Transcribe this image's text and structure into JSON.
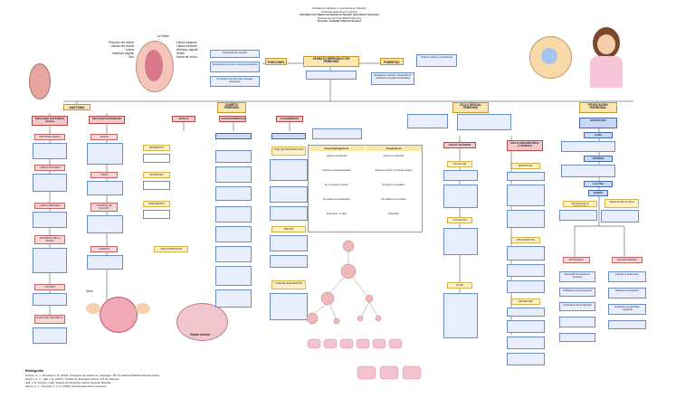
{
  "header": {
    "lines": [
      "Facultad de Medicina - Licenciatura en Nutrición",
      "Fisiología aplicada a la nutrición",
      "Actividad oral: Mapa conceptual de Aparato reproductor femenino",
      "Susana Carmen Arias Medina Ramírez",
      "Docente: Anabelén Patricia Oropeza"
    ]
  },
  "top_left_labels": {
    "image_title": "La Pelvis",
    "left": [
      "Prepucio del clítoris",
      "Glande del clítoris",
      "Uretra",
      "Vestíbulo vaginal",
      "Ano"
    ],
    "right": [
      "Labios mayores",
      "Labios menores",
      "Abertura vaginal",
      "Himen",
      "Monte de Venus"
    ]
  },
  "main_nodes": {
    "funciones": "FUNCIONES",
    "center": "APARATO REPRODUCTOR FEMENINO",
    "pubertad": "PUBERTAD",
    "anatomia": "ANATOMIA",
    "gameto": "GAMETO FEMENINO",
    "ciclo": "CICLO SEXUAL FEMENINO",
    "regulacion": "REGULACIÓN HORMONAL"
  },
  "funciones_items": [
    "Producción de ovocitos",
    "Proporciona el entorno para la fecundación",
    "Producción de hormonas sexuales femeninas"
  ],
  "pubertad_items": [
    "Inicia la madurez reproductora",
    "Menarquia, cambios y desarrollo de caracteres sexuales secundarios"
  ],
  "anatomia": {
    "organos_externos": "ÓRGANOS EXTERNOS (Vulva)",
    "organos_internos": "ÓRGANOS INTERNOS",
    "externos": [
      "MONTE DE VENUS",
      "LABIOS MAYORES",
      "LABIOS MENORES",
      "VESTÍBULO DE LA VAGINA",
      "CLÍTORIS",
      "BULBO DEL VESTÍBULO"
    ],
    "internos": [
      "VAGINA",
      "ÚTERO",
      "TROMPAS DE FALOPIO",
      "OVARIOS"
    ],
    "utero_capas": [
      "PERIMETRIO",
      "MIOMETRIO",
      "ENDOMETRIO"
    ],
    "caracteristicas": "CARACTERÍSTICAS",
    "utero_label": "Útero",
    "ovario_label": "Ovario normal"
  },
  "gameto": {
    "ovulo": "ÓVULO",
    "caracteristicas": "CARACTERÍSTICAS",
    "ovogenesis": "OVOGÉNESIS",
    "mitosis": "MITOSIS",
    "meiosis": "MEIOSIS",
    "fases": [
      "FASE DE PROLIFERACIÓN",
      "FASE DE CRECIMIENTO",
      "FASE DE MADURACIÓN"
    ]
  },
  "table": {
    "head_left": "Espermatogénesis",
    "head_right": "Ovogénesis",
    "rows": [
      [
        "Inicia en la pubertad",
        "Inicia en la vida fetal"
      ],
      [
        "Produce 4 espermatozoides",
        "Produce 1 óvulo y 3 cuerpos polares"
      ],
      [
        "Es un proceso continuo",
        "Se detiene en profase I"
      ],
      [
        "Se realiza en los testículos",
        "Se realiza en los ovarios"
      ],
      [
        "Dura aprox. 74 días",
        "Dura años"
      ]
    ]
  },
  "ciclo": {
    "ciclo_ovarico": "CICLO OVÁRICO",
    "ciclo_endometrial": "CICLO ENDOMETRIAL (UTERINO)",
    "ovarico_fases": [
      "FOLICULAR",
      "OVULACIÓN",
      "LÚTEA"
    ],
    "endometrial_fases": [
      "MENSTRUAL",
      "PROLIFERATIVA",
      "SECRETORA"
    ]
  },
  "regulacion": {
    "hipotalamo": "HIPOTÁLAMO",
    "hipofisis": "HIPÓFISIS",
    "gnrh": "GnRH",
    "gonadotropinas": "LH y FSH",
    "ovario": "OVARIO",
    "foliculo": "CÉLULAS DE LA GRANULOSA",
    "teca": "CÉLULAS DE LA TECA",
    "estrogeno": "ESTRÓGENO",
    "progesterona": "PROGESTERONA",
    "estrogeno_items": [
      "Desarrollo de caracteres sexuales",
      "Proliferación del endometrio",
      "Crecimiento de los folículos"
    ],
    "progesterona_items": [
      "Prepara el endometrio",
      "Mantiene el embarazo",
      "Desarrollo de glándulas mamarias"
    ]
  },
  "bibliografia": {
    "title": "Bibliografía",
    "items": [
      "Tortora, G. J., Derrickson, B. (2018). Principios de anatomía y fisiología. 15ª ed. Editorial Médica Panamericana.",
      "Guyton, A. C., Hall, J. E. (2021). Tratado de fisiología médica. 14ª ed. Elsevier.",
      "Hall, J. E. Guyton y Hall. Tratado de fisiología médica. Elsevier España.",
      "Moore, K. L., Persaud, T. V. N. (2020). Embriología clínica. Elsevier."
    ]
  },
  "colors": {
    "main": "#fde7b0",
    "section": "#f6c9c9",
    "blue": "#e8eefb",
    "line": "#333333"
  }
}
